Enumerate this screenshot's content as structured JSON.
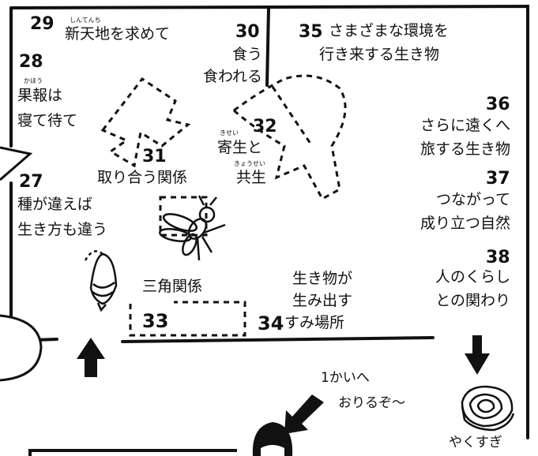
{
  "exhibits": [
    {
      "num": "29",
      "ruby": "しんてんち",
      "label": "新天地を求めて"
    },
    {
      "num": "30",
      "label_lines": [
        "食う",
        "食われる"
      ]
    },
    {
      "num": "35",
      "label_lines": [
        "さまざまな環境を",
        "行き来する生き物"
      ]
    },
    {
      "num": "28",
      "ruby": "かほう",
      "label_lines": [
        "果報は",
        "寝て待て"
      ]
    },
    {
      "num": "36",
      "label_lines": [
        "さらに遠くへ",
        "旅する生き物"
      ]
    },
    {
      "num": "32",
      "ruby": "きせい",
      "ruby2": "きょうせい",
      "label_lines": [
        "寄生と",
        "共生"
      ]
    },
    {
      "num": "31",
      "label": "取り合う関係"
    },
    {
      "num": "27",
      "label_lines": [
        "種が違えば",
        "生き方も違う"
      ]
    },
    {
      "num": "37",
      "label_lines": [
        "つながって",
        "成り立つ自然"
      ]
    },
    {
      "num": "38",
      "label_lines": [
        "人のくらし",
        "との関わり"
      ]
    },
    {
      "num": "33",
      "label": "三角関係"
    },
    {
      "num": "34",
      "label_lines": [
        "生き物が",
        "生み出す",
        "すみ場所"
      ]
    }
  ],
  "notes": {
    "downstairs_lines": [
      "1かいへ",
      "おりるぞ〜"
    ],
    "yakusugi": "やくすぎ"
  },
  "colors": {
    "ink": "#111111",
    "paper": "#ffffff"
  }
}
